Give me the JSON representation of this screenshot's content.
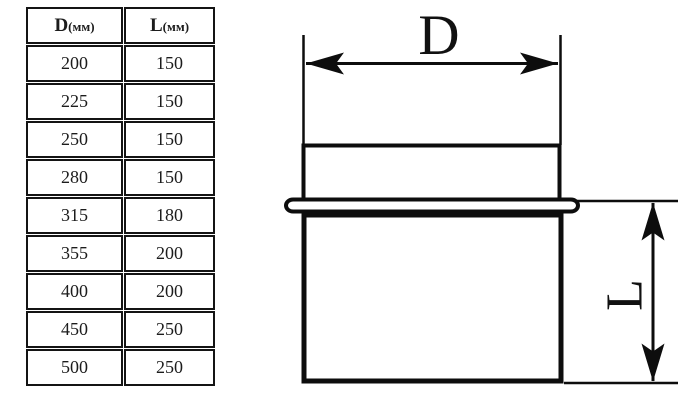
{
  "table": {
    "headers": [
      {
        "symbol": "D",
        "unit": "(мм)"
      },
      {
        "symbol": "L",
        "unit": "(мм)"
      }
    ],
    "rows": [
      [
        "200",
        "150"
      ],
      [
        "225",
        "150"
      ],
      [
        "250",
        "150"
      ],
      [
        "280",
        "150"
      ],
      [
        "315",
        "180"
      ],
      [
        "355",
        "200"
      ],
      [
        "400",
        "200"
      ],
      [
        "450",
        "250"
      ],
      [
        "500",
        "250"
      ]
    ]
  },
  "diagram": {
    "diameter_label": "D",
    "length_label": "L"
  },
  "colors": {
    "line": "#0d0d0d",
    "background": "#ffffff"
  }
}
